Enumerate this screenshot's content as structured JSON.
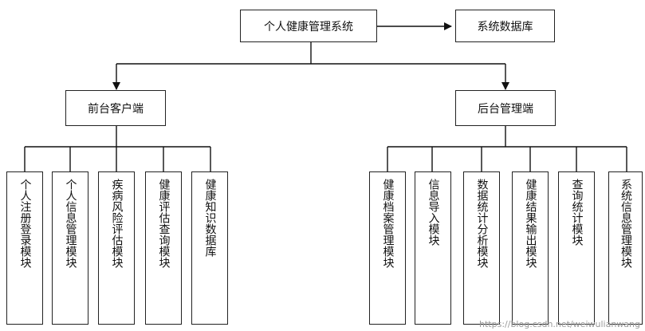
{
  "root": {
    "label": "个人健康管理系统"
  },
  "database": {
    "label": "系统数据库"
  },
  "frontend": {
    "label": "前台客户端",
    "modules": [
      "个人注册登录模块",
      "个人信息管理模块",
      "疾病风险评估模块",
      "健康评估查询模块",
      "健康知识数据库"
    ]
  },
  "backend": {
    "label": "后台管理端",
    "modules": [
      "健康档案管理模块",
      "信息导入模块",
      "数据统计分析模块",
      "健康结果输出模块",
      "查询统计模块",
      "系统信息管理模块"
    ]
  },
  "watermark": "https://blog.csdn.net/weiwulianwang"
}
